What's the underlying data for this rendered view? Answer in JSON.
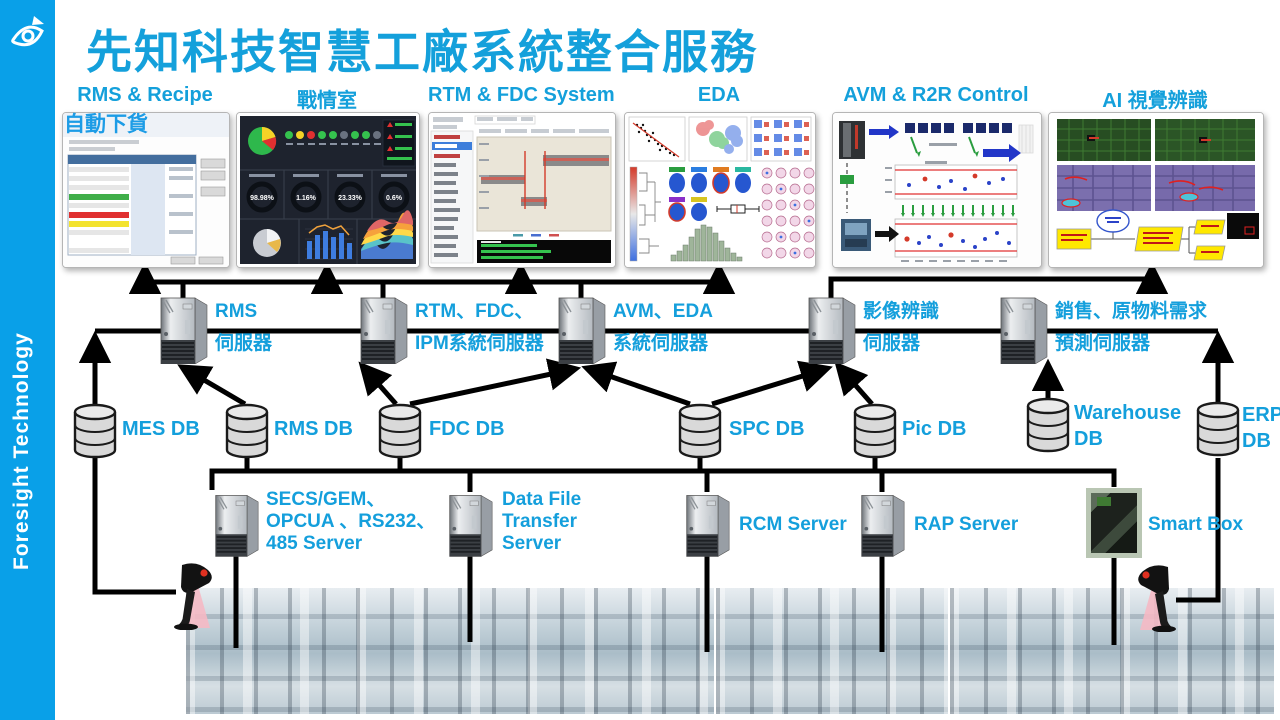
{
  "title": "先知科技智慧工廠系統整合服務",
  "sidebar": {
    "brand": "Foresight Technology"
  },
  "panels": [
    {
      "label": "RMS & Recipe",
      "overlay": "自動下貨"
    },
    {
      "label": "戰情室"
    },
    {
      "label": "RTM & FDC System"
    },
    {
      "label": "EDA"
    },
    {
      "label": "AVM & R2R Control"
    },
    {
      "label": "AI 視覺辨識"
    }
  ],
  "war_room": {
    "gauges": [
      "98.98%",
      "1.16%",
      "23.33%",
      "0.6%"
    ]
  },
  "servers": [
    {
      "line1": "RMS",
      "line2": "伺服器"
    },
    {
      "line1": "RTM、FDC、",
      "line2": "IPM系統伺服器"
    },
    {
      "line1": "AVM、EDA",
      "line2": "系統伺服器"
    },
    {
      "line1": "影像辨識",
      "line2": "伺服器"
    },
    {
      "line1": "銷售、原物料需求",
      "line2": "預測伺服器"
    }
  ],
  "databases": [
    {
      "line1": "MES DB",
      "line2": ""
    },
    {
      "line1": "RMS DB",
      "line2": ""
    },
    {
      "line1": "FDC DB",
      "line2": ""
    },
    {
      "line1": "SPC DB",
      "line2": ""
    },
    {
      "line1": "Pic  DB",
      "line2": ""
    },
    {
      "line1": "Warehouse",
      "line2": "DB"
    },
    {
      "line1": "ERP",
      "line2": "DB"
    }
  ],
  "edge_servers": [
    {
      "line1": "SECS/GEM、",
      "line2": "OPCUA 、RS232、",
      "line3": "485 Server"
    },
    {
      "line1": "Data File",
      "line2": "Transfer",
      "line3": "Server"
    },
    {
      "line1": "RCM  Server",
      "line2": "",
      "line3": ""
    },
    {
      "line1": "RAP  Server",
      "line2": "",
      "line3": ""
    },
    {
      "line1": "Smart Box",
      "line2": "",
      "line3": ""
    }
  ],
  "colors": {
    "accent": "#14a0db",
    "sidebar": "#09a0e8",
    "line": "#000000"
  }
}
